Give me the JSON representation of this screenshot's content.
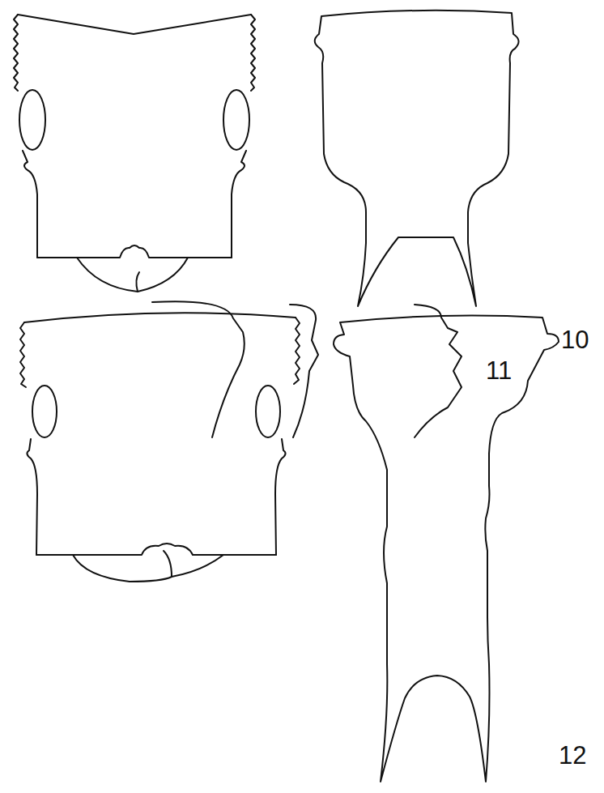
{
  "diagram": {
    "labels": [
      "10",
      "11",
      "12"
    ]
  }
}
